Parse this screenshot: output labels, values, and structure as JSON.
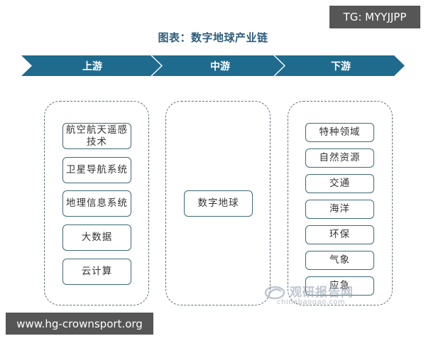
{
  "title": "图表：数字地球产业链",
  "colors": {
    "band": "#1f6b8e",
    "band_divider": "#ffffff",
    "title": "#2d5d7c",
    "group_border": "#5f6f78",
    "node_border": "#3e6a76",
    "overlay_bg": "#565656"
  },
  "stages": [
    {
      "label": "上游"
    },
    {
      "label": "中游"
    },
    {
      "label": "下游"
    }
  ],
  "upstream": {
    "items": [
      {
        "label": "航空航天遥感技术"
      },
      {
        "label": "卫星导航系统"
      },
      {
        "label": "地理信息系统"
      },
      {
        "label": "大数据"
      },
      {
        "label": "云计算"
      }
    ]
  },
  "midstream": {
    "items": [
      {
        "label": "数字地球"
      }
    ]
  },
  "downstream": {
    "items": [
      {
        "label": "特种领域"
      },
      {
        "label": "自然资源"
      },
      {
        "label": "交通"
      },
      {
        "label": "海洋"
      },
      {
        "label": "环保"
      },
      {
        "label": "气象"
      },
      {
        "label": "应急"
      }
    ]
  },
  "watermark": {
    "cn": "观研报告网",
    "en": "chinabaogao.com"
  },
  "overlays": {
    "tg": "TG: MYYJJPP",
    "url": "www.hg-crownsport.org"
  }
}
